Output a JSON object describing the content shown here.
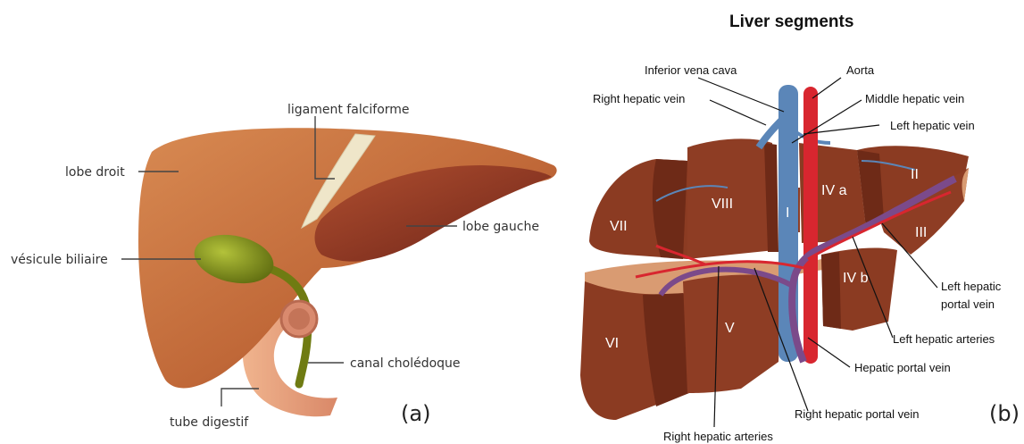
{
  "panel_a": {
    "labels": {
      "ligament": "ligament falciforme",
      "lobe_droit": "lobe droit",
      "lobe_gauche": "lobe gauche",
      "vesicule": "vésicule biliaire",
      "canal": "canal cholédoque",
      "tube": "tube digestif"
    },
    "tag": "(a)"
  },
  "panel_b": {
    "title": "Liver segments",
    "labels": {
      "ivc": "Inferior vena cava",
      "aorta": "Aorta",
      "rhv": "Right hepatic vein",
      "mhv": "Middle hepatic vein",
      "lhv": "Left hepatic vein",
      "lhpv_1": "Left hepatic",
      "lhpv_2": "portal vein",
      "lha": "Left hepatic arteries",
      "hpv": "Hepatic portal vein",
      "rhpv": "Right hepatic portal vein",
      "rha": "Right hepatic arteries"
    },
    "segments": {
      "s1": "I",
      "s2": "II",
      "s3": "III",
      "s4a": "IV a",
      "s4b": "IV b",
      "s5": "V",
      "s6": "VI",
      "s7": "VII",
      "s8": "VIII"
    },
    "tag": "(b)"
  },
  "colors": {
    "liver_a": "#c66d3c",
    "liver_b": "#8b3b22",
    "cut_face": "#d99b72",
    "gallbladder": "#8a9a1e",
    "vein_blue": "#5b86b8",
    "artery_red": "#d8262f",
    "portal_purple": "#7b4a8a"
  }
}
